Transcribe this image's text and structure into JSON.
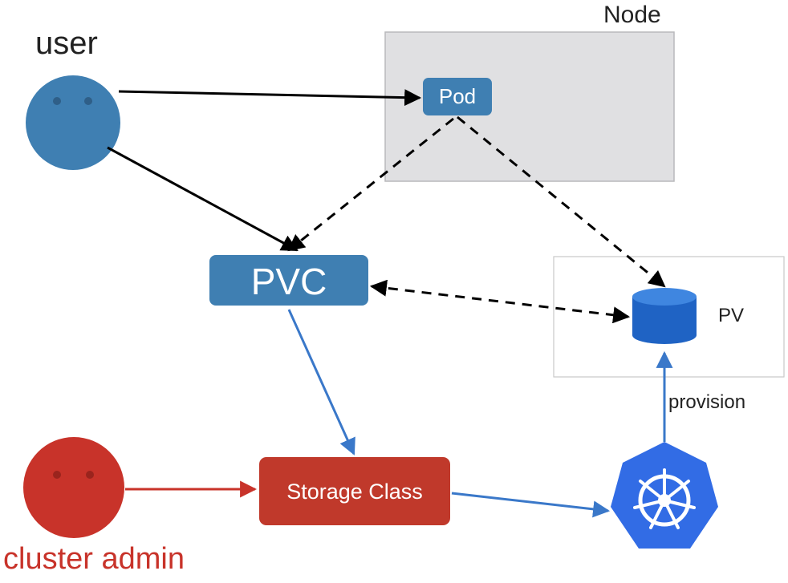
{
  "labels": {
    "user": "user",
    "cluster_admin": "cluster admin",
    "node": "Node",
    "pod": "Pod",
    "pvc": "PVC",
    "pv": "PV",
    "storage_class": "Storage Class",
    "provision": "provision"
  },
  "colors": {
    "user": "#3f7fb2",
    "admin": "#c8332a",
    "box_blue": "#3f7fb2",
    "storage_class": "#c0392b",
    "kubernetes": "#326ce5",
    "node_fill": "#e0e0e2",
    "pv_cylinder": "#1f63c4",
    "blue_arrow": "#3a78c9"
  }
}
